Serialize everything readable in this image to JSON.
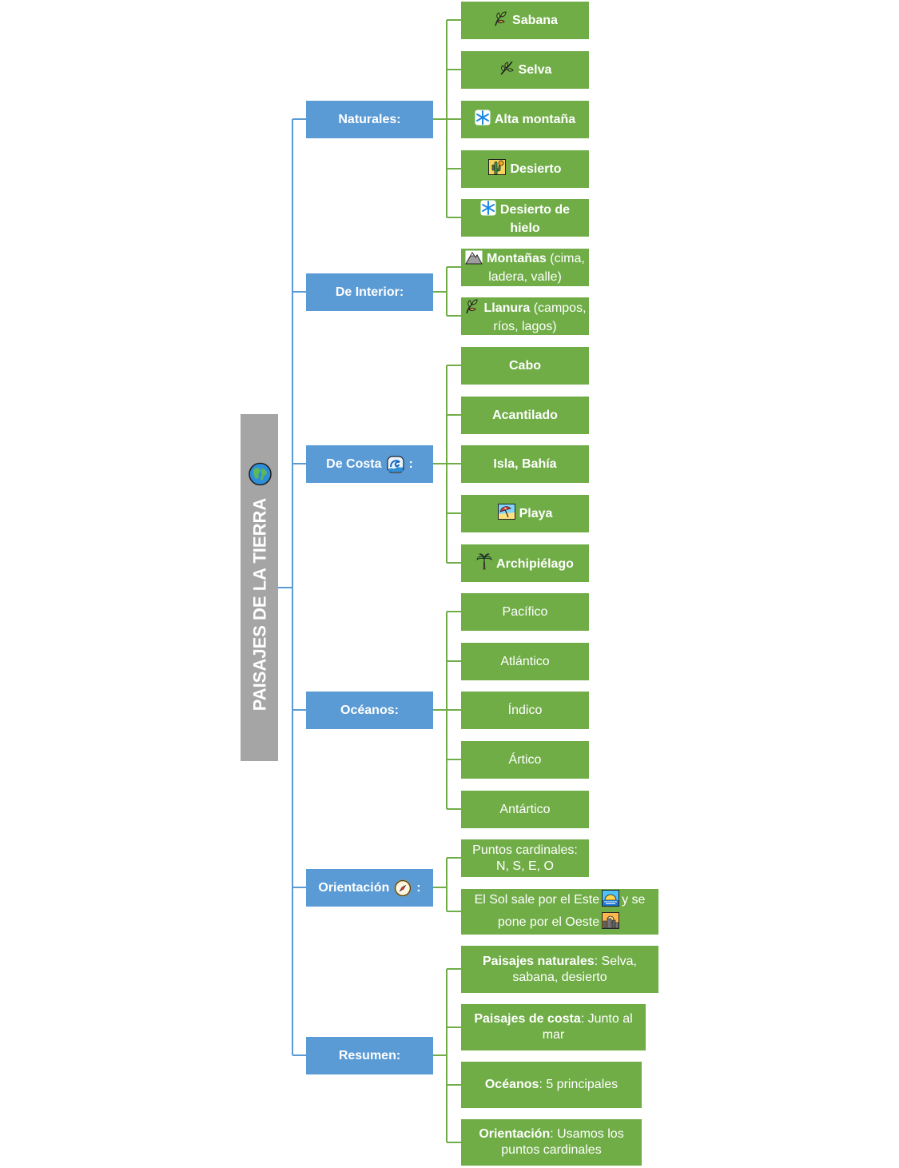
{
  "root": {
    "title": "PAISAJES DE LA TIERRA",
    "icon": "globe-icon"
  },
  "colors": {
    "root": "#a5a5a5",
    "category": "#5b9bd5",
    "leaf": "#70ad47",
    "category_line": "#5b9bd5",
    "leaf_line": "#70ad47"
  },
  "categories": [
    {
      "label": "Naturales:",
      "items": [
        {
          "bold": "Sabana",
          "rest": "",
          "icon": "herb-icon"
        },
        {
          "bold": "Selva",
          "rest": "",
          "icon": "leaf-icon"
        },
        {
          "bold": "Alta montaña",
          "rest": "",
          "icon": "snowflake-icon"
        },
        {
          "bold": "Desierto",
          "rest": "",
          "icon": "cactus-icon"
        },
        {
          "bold": "Desierto de hielo",
          "rest": "",
          "icon": "snowflake-icon"
        }
      ]
    },
    {
      "label": "De Interior:",
      "items": [
        {
          "bold": "Montañas",
          "rest": " (cima, ladera, valle)",
          "icon": "mountain-icon"
        },
        {
          "bold": "Llanura",
          "rest": " (campos, ríos, lagos)",
          "icon": "herb-icon"
        }
      ]
    },
    {
      "label": "De Costa",
      "label_suffix": ":",
      "label_icon": "wave-icon",
      "items": [
        {
          "bold": "Cabo",
          "rest": ""
        },
        {
          "bold": "Acantilado",
          "rest": ""
        },
        {
          "bold": "Isla, Bahía",
          "rest": ""
        },
        {
          "bold": "Playa",
          "rest": "",
          "icon": "beach-icon"
        },
        {
          "bold": "Archipiélago",
          "rest": "",
          "icon": "palm-tree-icon"
        }
      ]
    },
    {
      "label": "Océanos:",
      "items": [
        {
          "bold": "",
          "rest": "Pacífico"
        },
        {
          "bold": "",
          "rest": "Atlántico"
        },
        {
          "bold": "",
          "rest": "Índico"
        },
        {
          "bold": "",
          "rest": "Ártico"
        },
        {
          "bold": "",
          "rest": "Antártico"
        }
      ]
    },
    {
      "label": "Orientación",
      "label_suffix": ":",
      "label_icon": "compass-icon",
      "items": [
        {
          "bold": "",
          "rest": "Puntos cardinales: N, S, E, O"
        },
        {
          "bold": "",
          "rest": "El Sol sale por el Este",
          "rest2": "y se pone por el Oeste",
          "icon_mid": "sunrise-icon",
          "icon_end": "sunset-icon"
        }
      ]
    },
    {
      "label": "Resumen:",
      "items": [
        {
          "bold": "Paisajes naturales",
          "rest": ": Selva, sabana, desierto"
        },
        {
          "bold": "Paisajes de costa",
          "rest": ": Junto al mar"
        },
        {
          "bold": "Océanos",
          "rest": ": 5 principales"
        },
        {
          "bold": "Orientación",
          "rest": ": Usamos los puntos cardinales"
        }
      ]
    }
  ]
}
